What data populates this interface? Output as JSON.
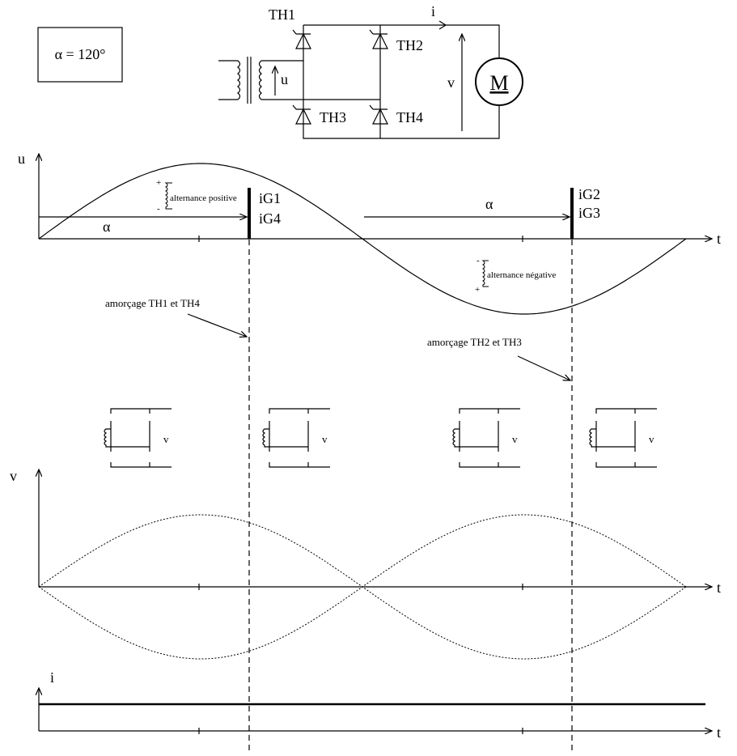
{
  "alpha_box": {
    "text": "α = 120°"
  },
  "circuit": {
    "th1": "TH1",
    "th2": "TH2",
    "th3": "TH3",
    "th4": "TH4",
    "current": "i",
    "voltage_u": "u",
    "voltage_v": "v",
    "motor": "M"
  },
  "graph_u": {
    "y_label": "u",
    "x_label": "t",
    "alpha1": "α",
    "alpha2": "α",
    "ig1": "iG1",
    "ig4": "iG4",
    "ig2": "iG2",
    "ig3": "iG3",
    "pos_plus": "+",
    "pos_minus": "-",
    "pos_label": "alternance positive",
    "neg_minus": "-",
    "neg_plus": "+",
    "neg_label": "alternance négative",
    "firing1": "amorçage TH1 et TH4",
    "firing2": "amorçage TH2 et TH3"
  },
  "small_circuits": [
    {
      "label": "v"
    },
    {
      "label": "v"
    },
    {
      "label": "v"
    },
    {
      "label": "v"
    }
  ],
  "graph_v": {
    "y_label": "v",
    "x_label": "t"
  },
  "graph_i": {
    "y_label": "i",
    "x_label": "t"
  }
}
